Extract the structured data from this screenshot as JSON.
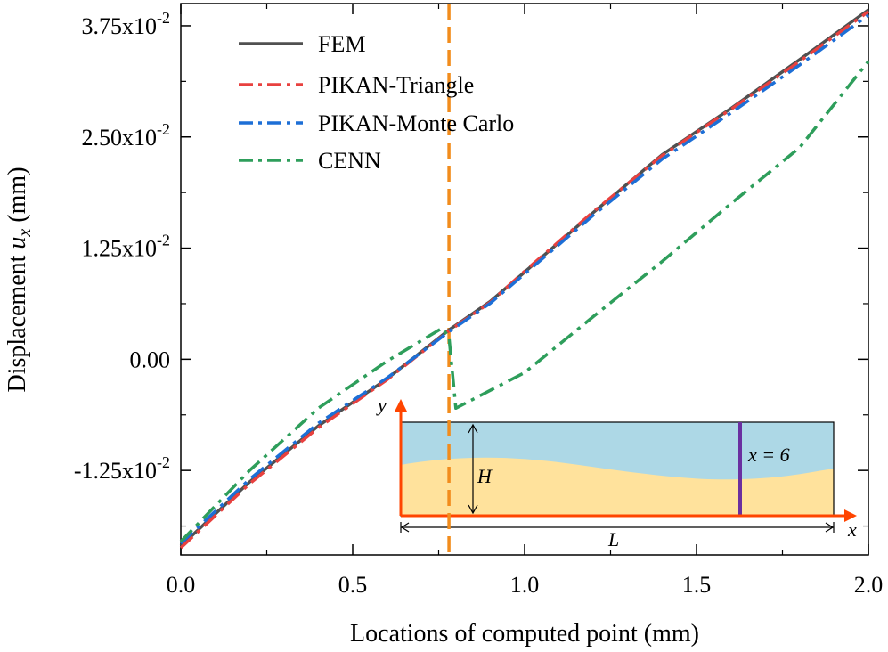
{
  "chart_data": {
    "type": "line",
    "xlabel": "Locations of computed point (mm)",
    "ylabel": {
      "prefix": "Displacement ",
      "symbol": "u",
      "subscript": "x",
      "unit": " (mm)"
    },
    "xlim": [
      0.0,
      2.0
    ],
    "ylim": [
      -0.022,
      0.04
    ],
    "x_ticks": [
      {
        "value": 0.0,
        "label": "0.0"
      },
      {
        "value": 0.5,
        "label": "0.5"
      },
      {
        "value": 1.0,
        "label": "1.0"
      },
      {
        "value": 1.5,
        "label": "1.5"
      },
      {
        "value": 2.0,
        "label": "2.0"
      }
    ],
    "y_ticks": [
      {
        "value": -0.0125,
        "mantissa": "-1.25x10",
        "exp": "-2"
      },
      {
        "value": 0.0,
        "mantissa": "0.00",
        "exp": ""
      },
      {
        "value": 0.0125,
        "mantissa": "1.25x10",
        "exp": "-2"
      },
      {
        "value": 0.025,
        "mantissa": "2.50x10",
        "exp": "-2"
      },
      {
        "value": 0.0375,
        "mantissa": "3.75x10",
        "exp": "-2"
      }
    ],
    "legend_position": "top-left",
    "series": [
      {
        "name": "FEM",
        "color": "#505050",
        "dash": "solid",
        "x": [
          0.0,
          0.2,
          0.4,
          0.6,
          0.78,
          0.9,
          1.0,
          1.2,
          1.4,
          1.6,
          1.8,
          2.0
        ],
        "y": [
          -0.021,
          -0.0138,
          -0.0075,
          -0.0022,
          0.0033,
          0.0065,
          0.0098,
          0.0165,
          0.023,
          0.0282,
          0.0337,
          0.0393
        ]
      },
      {
        "name": "PIKAN-Triangle",
        "color": "#e8413f",
        "dash": "dashdot",
        "x": [
          0.0,
          0.2,
          0.4,
          0.6,
          0.78,
          0.9,
          1.0,
          1.2,
          1.4,
          1.6,
          1.8,
          2.0
        ],
        "y": [
          -0.0212,
          -0.014,
          -0.0077,
          -0.0023,
          0.0032,
          0.0064,
          0.0099,
          0.0166,
          0.0229,
          0.0281,
          0.0335,
          0.0391
        ]
      },
      {
        "name": "PIKAN-Monte Carlo",
        "color": "#1d6fd6",
        "dash": "dashdot",
        "x": [
          0.0,
          0.2,
          0.4,
          0.6,
          0.78,
          0.9,
          1.0,
          1.2,
          1.4,
          1.6,
          1.8,
          2.0
        ],
        "y": [
          -0.0207,
          -0.0135,
          -0.0072,
          -0.0021,
          0.0031,
          0.0063,
          0.0096,
          0.0162,
          0.0225,
          0.0277,
          0.0331,
          0.0387
        ]
      },
      {
        "name": "CENN",
        "color": "#2e9e5b",
        "dash": "dashdot",
        "x": [
          0.0,
          0.2,
          0.4,
          0.6,
          0.76,
          0.78,
          0.8,
          1.0,
          1.2,
          1.4,
          1.6,
          1.8,
          2.0
        ],
        "y": [
          -0.0205,
          -0.0125,
          -0.0055,
          -0.0002,
          0.0035,
          0.0025,
          -0.0055,
          -0.0015,
          0.0048,
          0.011,
          0.0175,
          0.0238,
          0.0335
        ]
      }
    ],
    "vertical_marker": {
      "x": 0.78,
      "color": "#f28c1c"
    },
    "inset": {
      "x_label": "x",
      "y_label": "y",
      "height_label": "H",
      "length_label": "L",
      "line_label": "x = 6",
      "upper_color": "#add8e6",
      "lower_color": "#ffe29c",
      "axis_color": "#ff4500",
      "line_color": "#6a2fa0"
    }
  }
}
